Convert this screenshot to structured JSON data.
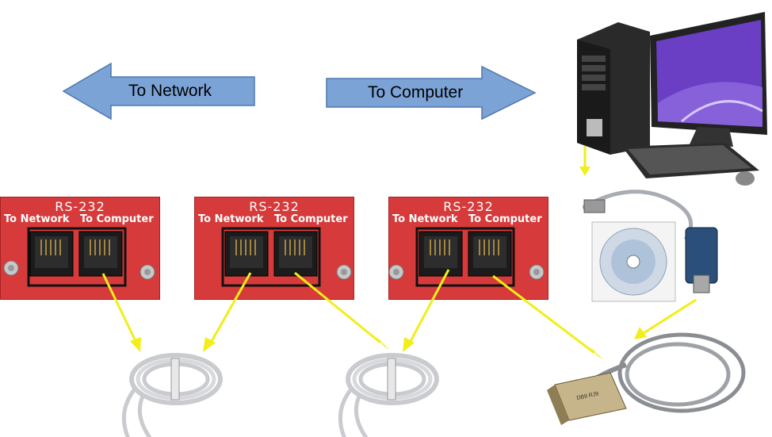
{
  "arrows": {
    "to_network": "To Network",
    "to_computer": "To Computer"
  },
  "panels": [
    {
      "title": "RS-232",
      "network_label": "To  Network",
      "computer_label": "To  Computer"
    },
    {
      "title": "RS-232",
      "network_label": "To  Network",
      "computer_label": "To  Computer"
    },
    {
      "title": "RS-232",
      "network_label": "To  Network",
      "computer_label": "To  Computer"
    }
  ],
  "adapter_label": "DB9 RJ9",
  "colors": {
    "arrow_fill": "#7ca3d6",
    "arrow_stroke": "#4f78ad",
    "panel_red": "#d63a3a",
    "connector_yellow": "#f2ee1a",
    "cable_gray": "#c9cbcf"
  }
}
